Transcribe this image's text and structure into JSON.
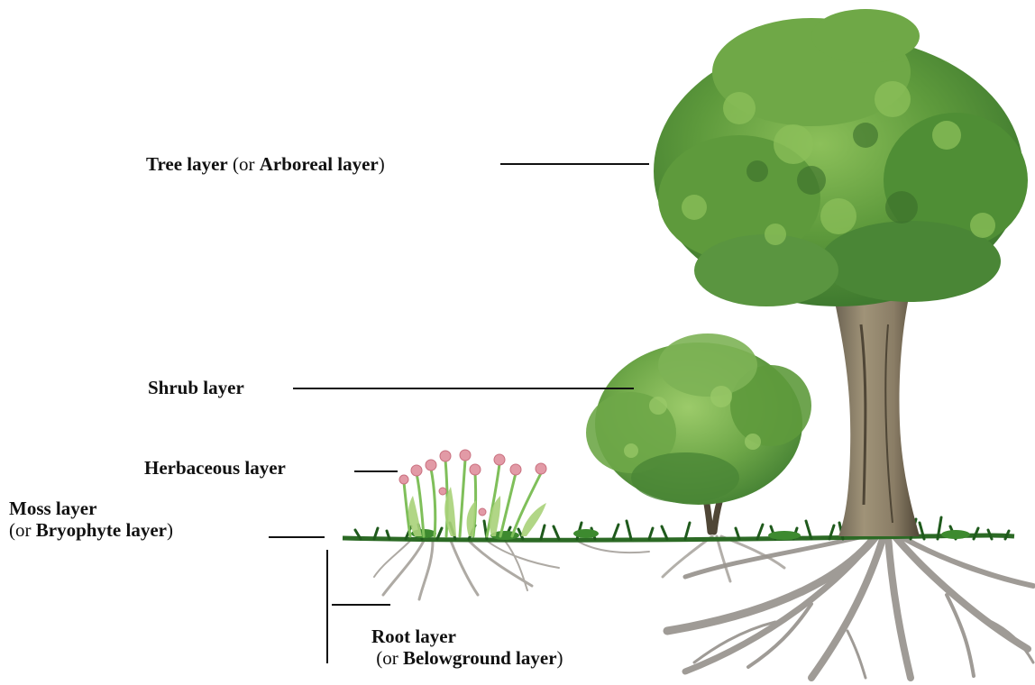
{
  "labels": {
    "tree": {
      "bold": "Tree layer",
      "rest": " (or ",
      "bold2": "Arboreal layer",
      "end": ")"
    },
    "shrub": {
      "bold": "Shrub layer"
    },
    "herbaceous": {
      "bold": "Herbaceous layer"
    },
    "moss": {
      "bold": "Moss layer",
      "pre2": "(or ",
      "bold2": "Bryophyte layer",
      "end": ")"
    },
    "root": {
      "bold": "Root layer",
      "pre2": "(or ",
      "bold2": "Belowground layer",
      "end": ")"
    }
  },
  "colors": {
    "foliage_dark": "#3f7a2f",
    "foliage_mid": "#5e9a3c",
    "foliage_light": "#8cc05a",
    "trunk": "#8a7d66",
    "trunk_dark": "#4f4636",
    "roots": "#8f8a84",
    "grass": "#1f5a1c",
    "flower": "#e29aa6",
    "line": "#111111"
  }
}
